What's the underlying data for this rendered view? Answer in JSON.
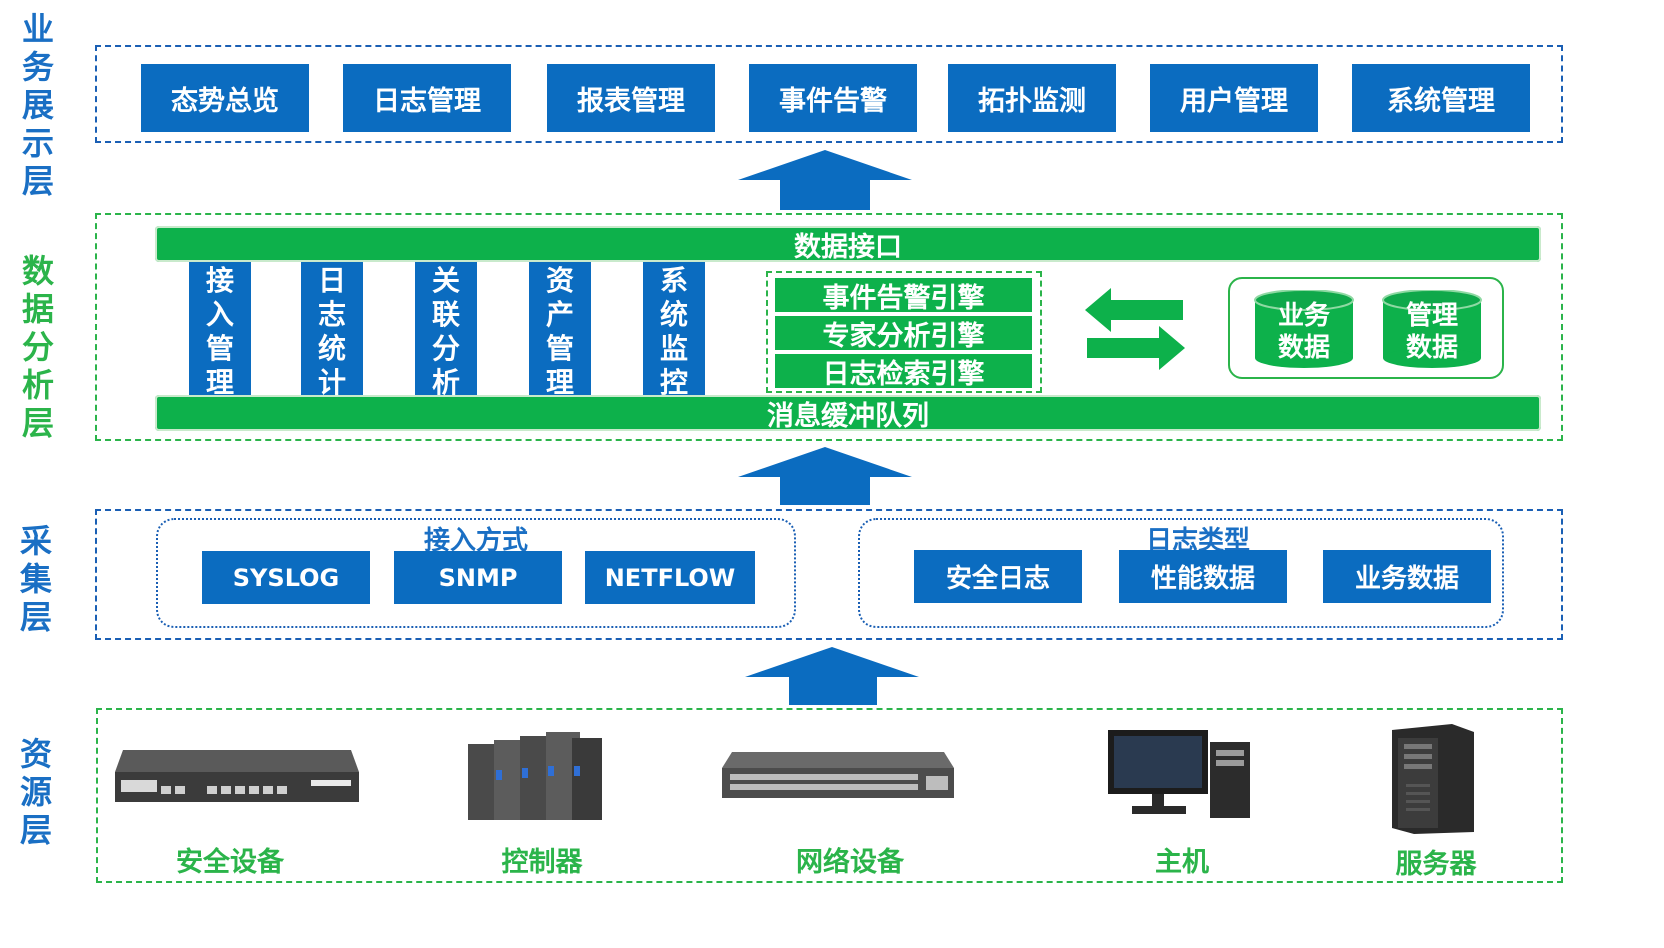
{
  "layers": {
    "display": "业\n务\n展\n示\n层",
    "analysis": "数\n据\n分\n析\n层",
    "collection": "采\n集\n层",
    "resource": "资\n源\n层"
  },
  "display_modules": [
    "态势总览",
    "日志管理",
    "报表管理",
    "事件告警",
    "拓扑监测",
    "用户管理",
    "系统管理"
  ],
  "analysis": {
    "data_interface": "数据接口",
    "message_queue": "消息缓冲队列",
    "modules": [
      "接\n入\n管\n理",
      "日\n志\n统\n计",
      "关\n联\n分\n析",
      "资\n产\n管\n理",
      "系\n统\n监\n控"
    ],
    "engines": [
      "事件告警引擎",
      "专家分析引擎",
      "日志检索引擎"
    ],
    "databases": [
      "业务\n数据",
      "管理\n数据"
    ]
  },
  "collection": {
    "access_title": "接入方式",
    "access_methods": [
      "SYSLOG",
      "SNMP",
      "NETFLOW"
    ],
    "log_title": "日志类型",
    "log_types": [
      "安全日志",
      "性能数据",
      "业务数据"
    ]
  },
  "resources": [
    "安全设备",
    "控制器",
    "网络设备",
    "主机",
    "服务器"
  ],
  "colors": {
    "blue": "#0b6cc0",
    "green": "#0db14b",
    "label_blue": "#1a6fc4",
    "label_green": "#2bb44a"
  }
}
